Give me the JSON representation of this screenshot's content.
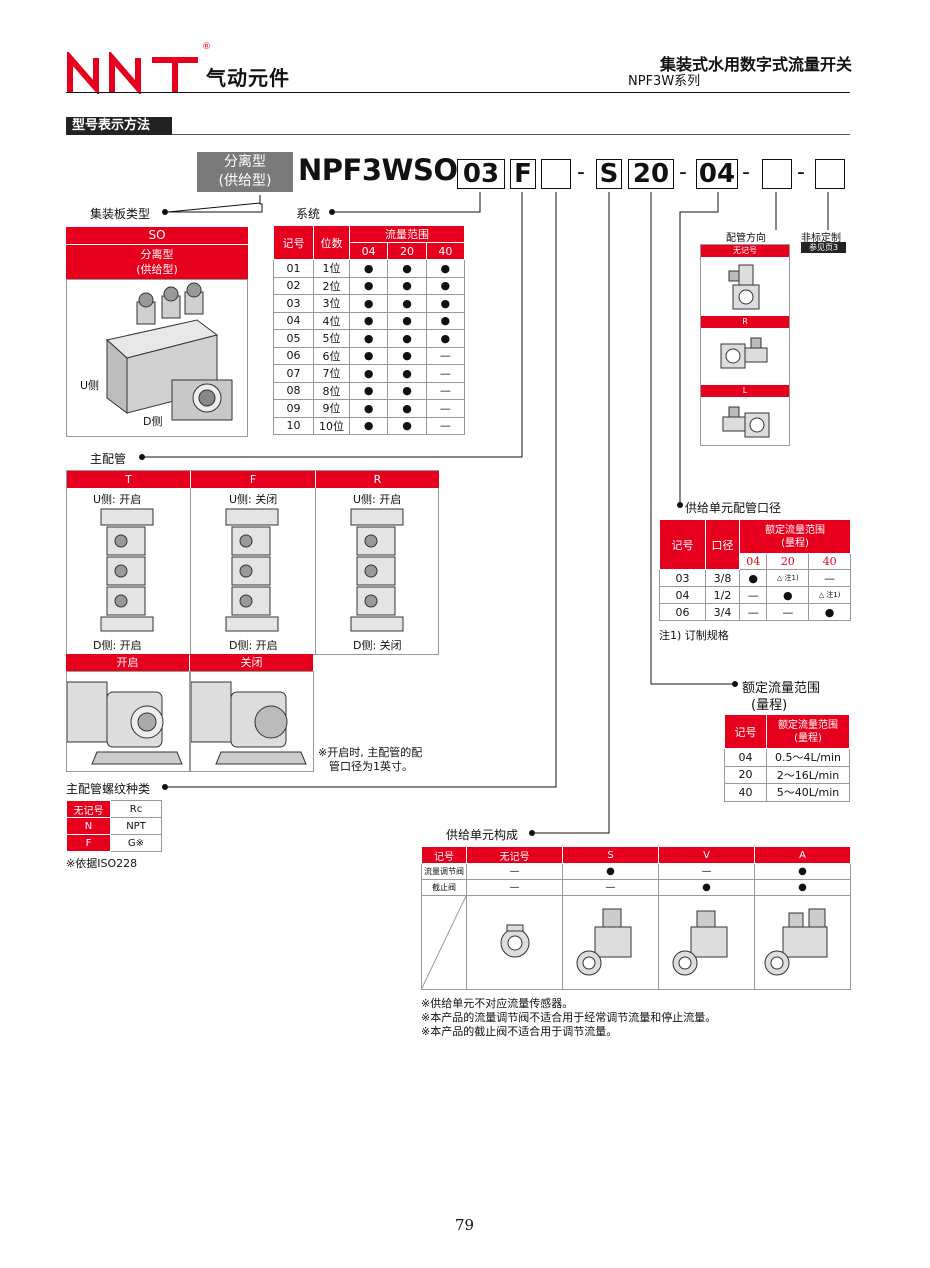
{
  "header": {
    "brand": "NNT",
    "registered": "®",
    "brand_sub": "气动元件",
    "title": "集装式水用数字式流量开关",
    "series": "NPF3W系列"
  },
  "section": {
    "title": "型号表示方法"
  },
  "model": {
    "type_label": "分离型",
    "type_label2": "(供给型)",
    "prefix": "NPF3WSO",
    "codes": [
      "03",
      "F",
      "",
      "-",
      "S",
      "20",
      "-",
      "04",
      "-",
      "",
      "-",
      ""
    ]
  },
  "manifold": {
    "label": "集装板类型",
    "head": "SO",
    "subhead1": "分离型",
    "subhead2": "(供给型)",
    "u_side": "U侧",
    "d_side": "D侧"
  },
  "system": {
    "label": "系统",
    "headers": [
      "记号",
      "位数",
      "流量范围"
    ],
    "ranges": [
      "04",
      "20",
      "40"
    ],
    "rows": [
      [
        "01",
        "1位",
        "●",
        "●",
        "●"
      ],
      [
        "02",
        "2位",
        "●",
        "●",
        "●"
      ],
      [
        "03",
        "3位",
        "●",
        "●",
        "●"
      ],
      [
        "04",
        "4位",
        "●",
        "●",
        "●"
      ],
      [
        "05",
        "5位",
        "●",
        "●",
        "●"
      ],
      [
        "06",
        "6位",
        "●",
        "●",
        "—"
      ],
      [
        "07",
        "7位",
        "●",
        "●",
        "—"
      ],
      [
        "08",
        "8位",
        "●",
        "●",
        "—"
      ],
      [
        "09",
        "9位",
        "●",
        "●",
        "—"
      ],
      [
        "10",
        "10位",
        "●",
        "●",
        "—"
      ]
    ]
  },
  "piping_dir": {
    "label": "配管方向",
    "options": [
      "无记号",
      "R",
      "L"
    ]
  },
  "nonstandard": {
    "label": "非标定制",
    "ref": "参见页3"
  },
  "main_pipe": {
    "label": "主配管",
    "cols": [
      {
        "code": "T",
        "u": "U侧: 开启",
        "d": "D侧: 开启"
      },
      {
        "code": "F",
        "u": "U侧: 关闭",
        "d": "D侧: 开启"
      },
      {
        "code": "R",
        "u": "U侧: 开启",
        "d": "D侧: 关闭"
      }
    ],
    "states": [
      "开启",
      "关闭"
    ],
    "note1": "※开启时, 主配管的配",
    "note2": "管口径为1英寸。"
  },
  "thread": {
    "label": "主配管螺纹种类",
    "rows": [
      [
        "无记号",
        "Rc"
      ],
      [
        "N",
        "NPT"
      ],
      [
        "F",
        "G※"
      ]
    ],
    "note": "※依据ISO228"
  },
  "supply_port": {
    "label": "供给单元配管口径",
    "headers": [
      "记号",
      "口径",
      "额定流量范围",
      "(量程)"
    ],
    "ranges": [
      "04",
      "20",
      "40"
    ],
    "rows": [
      [
        "03",
        "3/8",
        "●",
        "△ 注1)",
        "—"
      ],
      [
        "04",
        "1/2",
        "—",
        "●",
        "△ 注1)"
      ],
      [
        "06",
        "3/4",
        "—",
        "—",
        "●"
      ]
    ],
    "note": "注1) 订制规格"
  },
  "rated_flow": {
    "label": "额定流量范围",
    "label2": "(量程)",
    "headers": [
      "记号",
      "额定流量范围",
      "(量程)"
    ],
    "rows": [
      [
        "04",
        "0.5～4L/min"
      ],
      [
        "20",
        "2～16L/min"
      ],
      [
        "40",
        "5～40L/min"
      ]
    ]
  },
  "supply_unit": {
    "label": "供给单元构成",
    "headers": [
      "记号",
      "无记号",
      "S",
      "V",
      "A"
    ],
    "rows": [
      [
        "流量调节阀",
        "—",
        "●",
        "—",
        "●"
      ],
      [
        "截止阀",
        "—",
        "—",
        "●",
        "●"
      ]
    ],
    "notes": [
      "※供给单元不对应流量传感器。",
      "※本产品的流量调节阀不适合用于经常调节流量和停止流量。",
      "※本产品的截止阀不适合用于调节流量。"
    ]
  },
  "page_number": "79",
  "colors": {
    "accent": "#e6001e",
    "text": "#111111"
  }
}
